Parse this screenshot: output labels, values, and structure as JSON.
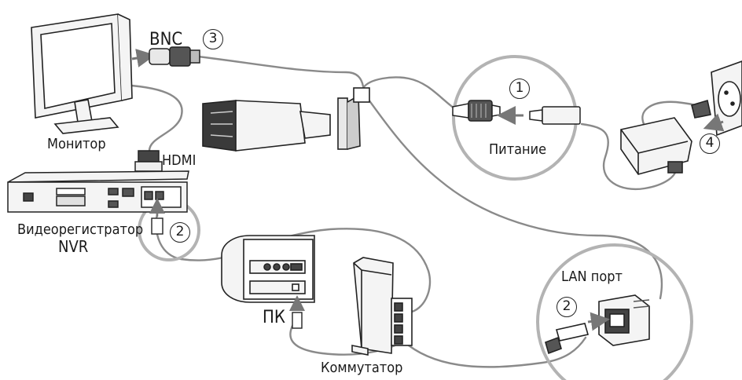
{
  "labels": {
    "bnc": "BNC",
    "monitor": "Монитор",
    "hdmi": "HDMI",
    "nvr_line1": "Видеорегистратор",
    "nvr_line2": "NVR",
    "pc": "ПК",
    "switch": "Коммутатор",
    "power": "Питание",
    "lan_port": "LAN порт"
  },
  "markers": {
    "one": "1",
    "two_nvr": "2",
    "two_lan": "2",
    "three": "3",
    "four": "4"
  },
  "colors": {
    "cable": "#8a8a8a",
    "highlight_circle": "#b3b3b3",
    "line": "#222222",
    "device_fill": "#f4f4f4",
    "camera_dark": "#3a3a3a"
  }
}
